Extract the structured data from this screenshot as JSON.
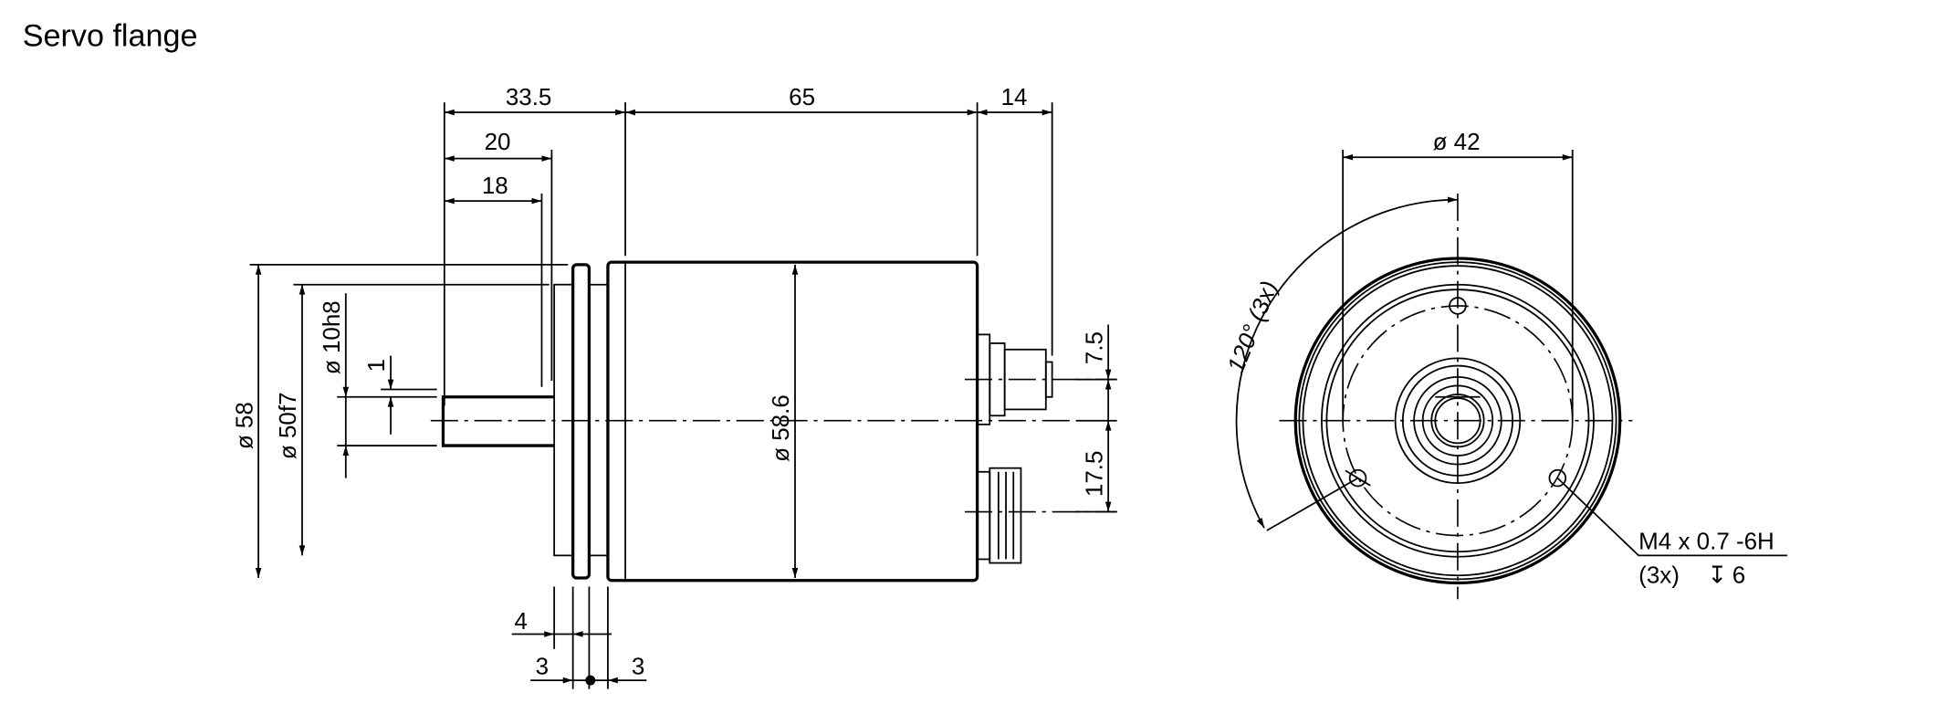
{
  "title": "Servo flange",
  "side_view": {
    "dims": {
      "len_33_5": "33.5",
      "len_65": "65",
      "len_14": "14",
      "len_20": "20",
      "len_18": "18",
      "dia_58": "ø 58",
      "dia_50f7": "ø 50f7",
      "dia_10h8": "ø 10h8",
      "flat_1": "1",
      "dia_58_6": "ø 58.6",
      "conn_7_5": "7.5",
      "conn_17_5": "17.5",
      "flange_4": "4",
      "flange_3_left": "3",
      "flange_3_right": "3"
    }
  },
  "front_view": {
    "dia_42": "ø 42",
    "angle": "120° (3x)",
    "thread": "M4 x 0.7 -6H",
    "thread_qty": "(3x)",
    "depth_symbol": "↧",
    "depth": "6"
  }
}
